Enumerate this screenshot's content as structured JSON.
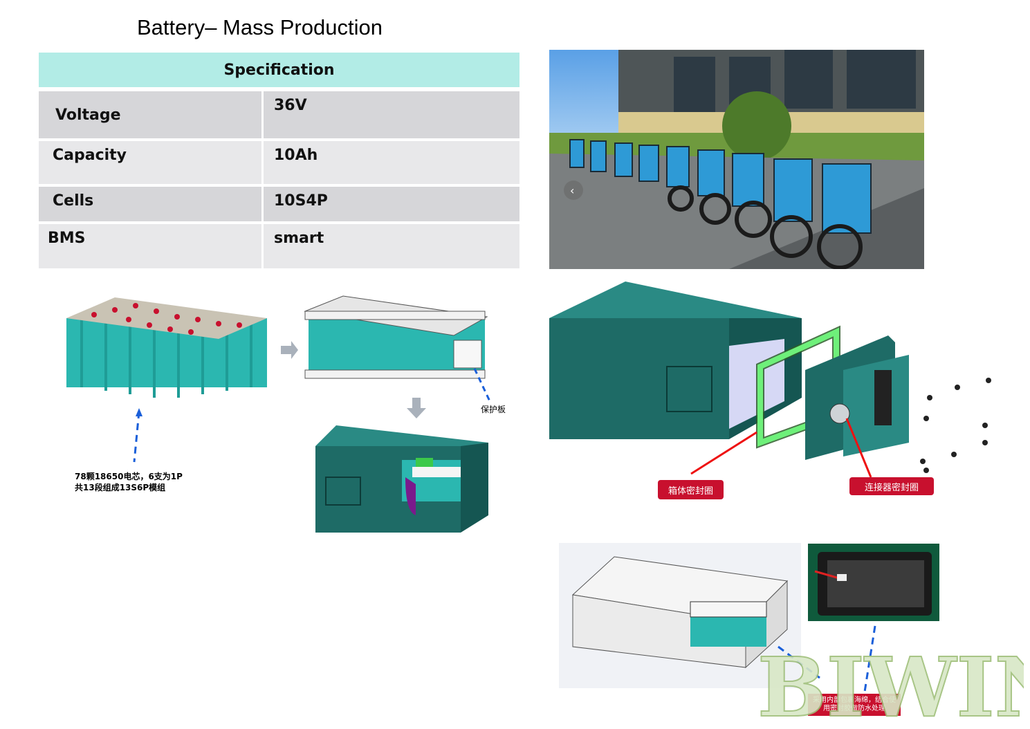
{
  "title": "Battery– Mass Production",
  "spec": {
    "header": "Specification",
    "rows": [
      {
        "label": "Voltage",
        "value": "36V"
      },
      {
        "label": "Capacity",
        "value": "10Ah"
      },
      {
        "label": "Cells",
        "value": "10S4P"
      },
      {
        "label": "BMS",
        "value": "smart"
      }
    ]
  },
  "diagram": {
    "cell_note_line1": "78颗18650电芯，6支为1P",
    "cell_note_line2": "共13段组成13S6P模组",
    "protection_board": "保护板"
  },
  "exploded": {
    "box_seal": "箱体密封圈",
    "connector_seal": "连接器密封圈"
  },
  "bottom": {
    "waterproof_note": "采用内部包裹海绵，结合使用密封胶做防水处理"
  },
  "watermark": "BIWIN",
  "colors": {
    "spec_header": "#b2ece6",
    "cell_teal": "#2bb7b0",
    "enclosure": "#1e6b66",
    "label_red": "#c8102e"
  }
}
